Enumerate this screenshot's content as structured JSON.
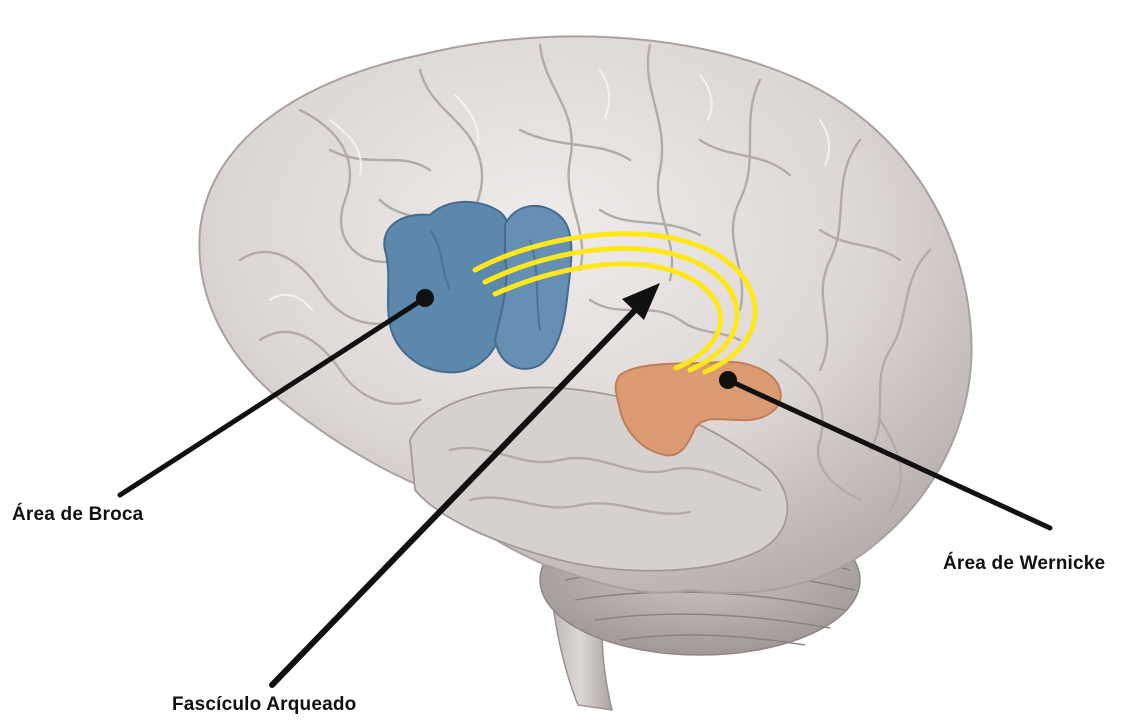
{
  "labels": {
    "broca": "Área de Broca",
    "wernicke": "Área de Wernicke",
    "fasciculo": "Fascículo Arqueado"
  },
  "colors": {
    "background": "#ffffff",
    "brain_tissue": "#dcd6d4",
    "brain_shadow": "#a9a1a0",
    "broca_area": "#5c88ad",
    "wernicke_area": "#dc9a72",
    "fasciculus": "#ffe81a",
    "pointer": "#111111"
  },
  "icons": {
    "brain": "brain-illustration",
    "broca_marker": "dot-marker",
    "wernicke_marker": "dot-marker",
    "fasciculo_pointer": "arrowhead"
  }
}
